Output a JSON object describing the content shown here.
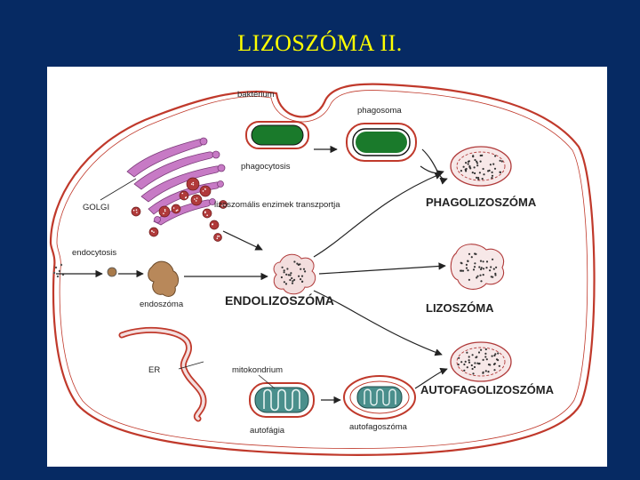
{
  "title": "LIZOSZÓMA II.",
  "labels": {
    "bakterium": "baktérium",
    "phagosoma": "phagosoma",
    "phagocytosis": "phagocytosis",
    "golgi": "GOLGI",
    "lizoszomalis": "lizoszomális enzimek transzportja",
    "phagolizoszoma": "PHAGOLIZOSZÓMA",
    "endocytosis": "endocytosis",
    "endoszoma": "endoszóma",
    "endolizoszoma": "ENDOLIZOSZÓMA",
    "lizoszoma": "LIZOSZÓMA",
    "er": "ER",
    "mitokondrium": "mitokondrium",
    "autofagolizoszoma": "AUTOFAGOLIZOSZÓMA",
    "autofagia": "autofágia",
    "autofagoszoma": "autofagoszóma"
  },
  "colors": {
    "background": "#062a63",
    "title": "#ffff00",
    "membrane": "#c0392b",
    "golgi": "#c77ac5",
    "bacterium": "#1a7a2b",
    "mito": "#4a8f8c",
    "endosome": "#b8885a"
  }
}
